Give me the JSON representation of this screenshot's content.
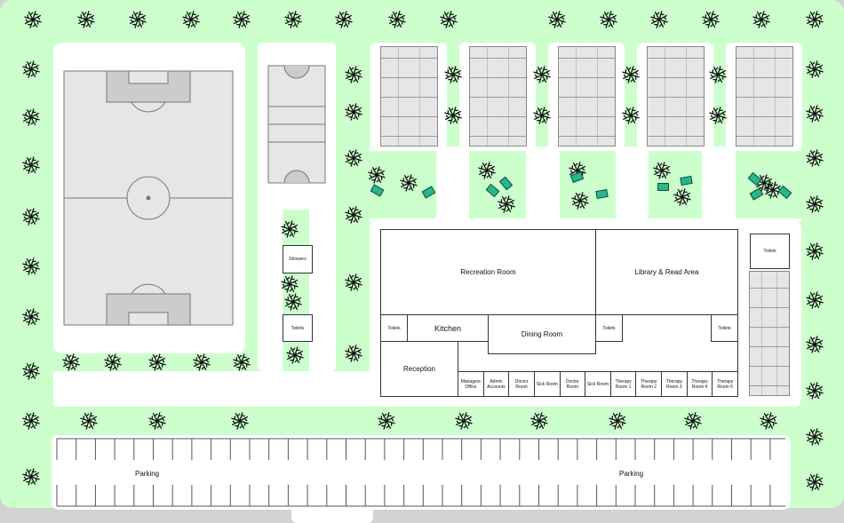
{
  "labels": {
    "recreation": "Recreation Room",
    "library": "Library & Read Area",
    "toilets": "Toilets",
    "kitchen": "Kitchen",
    "dining": "Dining Room",
    "reception": "Reception",
    "showers": "Showers",
    "parking": "Parking",
    "small_rooms": [
      "Managers Office",
      "Admin Accounts",
      "Doctor Room",
      "Sick Room",
      "Doctor Room",
      "Sick Room",
      "Therapy Room 1",
      "Therapy Room 2",
      "Therapy Room 3",
      "Therapy Room 4",
      "Therapy Room 5"
    ]
  },
  "colors": {
    "grass": "#ccffcc",
    "path": "#ffffff",
    "car": "#2bb58a",
    "field": "#e6e6e6"
  }
}
